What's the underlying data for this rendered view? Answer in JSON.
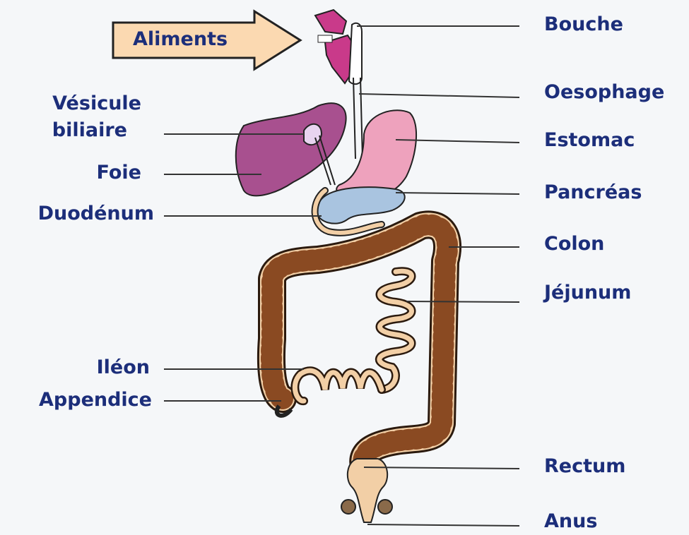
{
  "arrow": {
    "label": "Aliments"
  },
  "labels": {
    "bouche": "Bouche",
    "oesophage": "Oesophage",
    "estomac": "Estomac",
    "pancreas": "Pancréas",
    "colon": "Colon",
    "jejunum": "Jéjunum",
    "rectum": "Rectum",
    "anus": "Anus",
    "vesicule_line1": "Vésicule",
    "vesicule_line2": "biliaire",
    "foie": "Foie",
    "duodenum": "Duodénum",
    "ileon": "Iléon",
    "appendice": "Appendice"
  },
  "colors": {
    "text": "#1c2e7a",
    "liver": "#a8508f",
    "stomach": "#eea2bd",
    "pancreas": "#a9c4e0",
    "intestine": "#f2cfa6",
    "arrow_fill": "#fbd9b1"
  }
}
